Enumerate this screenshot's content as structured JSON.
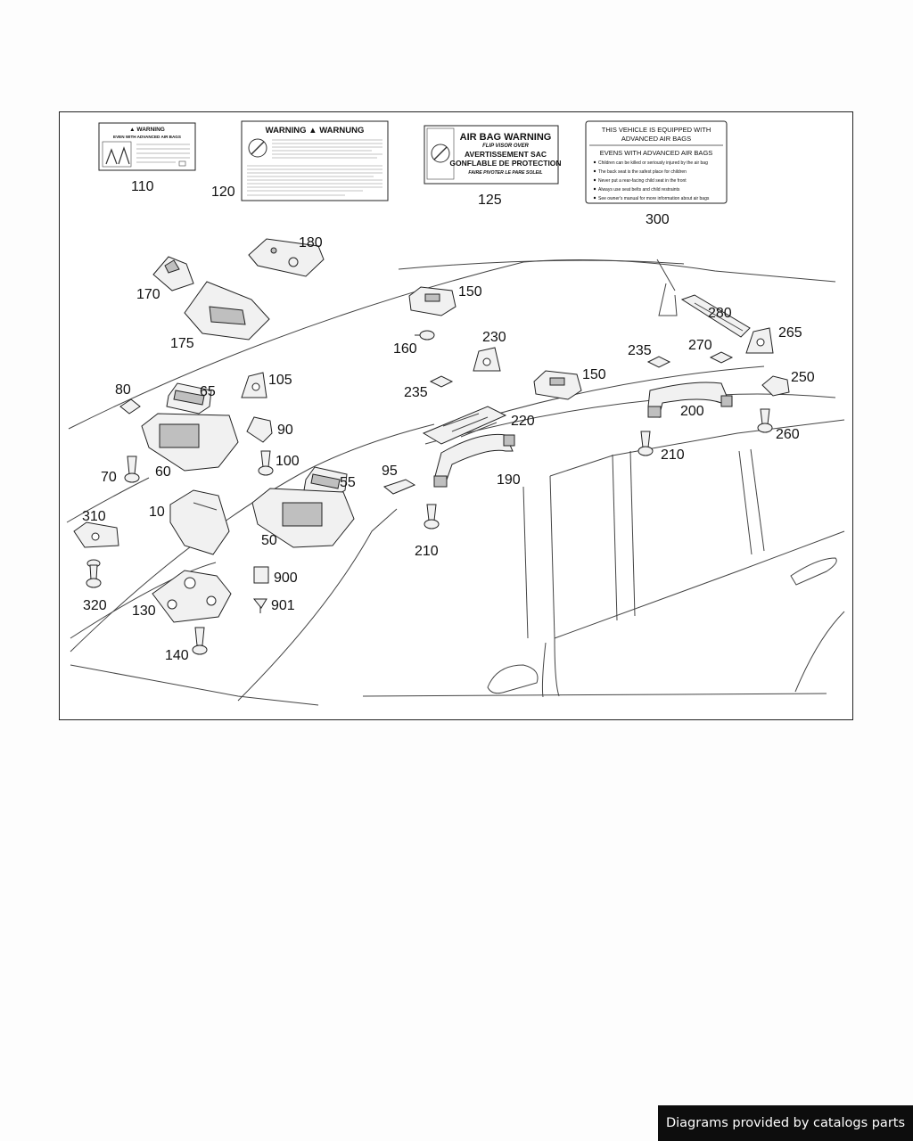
{
  "labels": {
    "l110": {
      "title": "▲ WARNING",
      "subtitle": "EVEN WITH ADVANCED AIR BAGS"
    },
    "l120": {
      "title": "WARNING ▲ WARNUNG"
    },
    "l125": {
      "line1": "AIR BAG WARNING",
      "line2": "FLIP VISOR OVER",
      "line3": "AVERTISSEMENT SAC",
      "line4": "GONFLABLE DE PROTECTION",
      "line5": "FAIRE PIVOTER LE PARE SOLEIL"
    },
    "l300": {
      "line1": "THIS VEHICLE IS EQUIPPED WITH",
      "line2": "ADVANCED AIR BAGS",
      "line3": "EVENS WITH ADVANCED AIR BAGS",
      "bullets": [
        "Children can be killed or seriously injured by the air bag",
        "The back seat is the safest place for children",
        "Never put a rear-facing child seat in the front",
        "Always use seat belts and child restraints",
        "See owner's manual for more information about air bags"
      ]
    }
  },
  "callouts": {
    "c110": "110",
    "c120": "120",
    "c125": "125",
    "c300": "300",
    "c180": "180",
    "c170": "170",
    "c175": "175",
    "c150a": "150",
    "c160": "160",
    "c230": "230",
    "c280": "280",
    "c270": "270",
    "c265": "265",
    "c235a": "235",
    "c150b": "150",
    "c235b": "235",
    "c250": "250",
    "c80": "80",
    "c65": "65",
    "c105": "105",
    "c220": "220",
    "c200": "200",
    "c260": "260",
    "c90": "90",
    "c210a": "210",
    "c70": "70",
    "c60": "60",
    "c100": "100",
    "c95": "95",
    "c190": "190",
    "c55": "55",
    "c10": "10",
    "c310": "310",
    "c50": "50",
    "c210b": "210",
    "c900": "900",
    "c320": "320",
    "c901": "901",
    "c130": "130",
    "c140": "140"
  },
  "footer": {
    "credit": "Diagrams provided by catalogs parts"
  }
}
